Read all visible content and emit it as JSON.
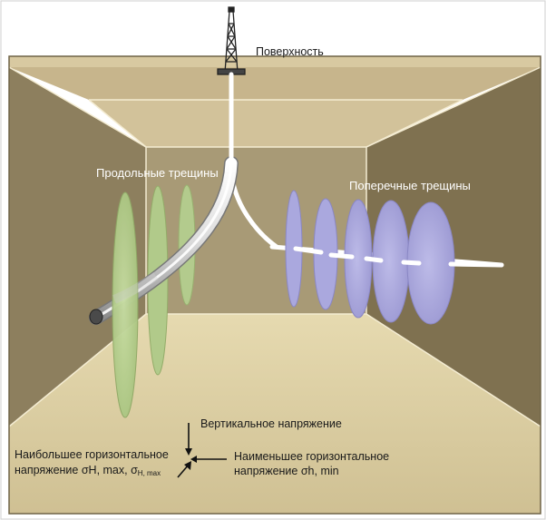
{
  "labels": {
    "surface": "Поверхность",
    "longitudinal_fractures": "Продольные трещины",
    "transverse_fractures": "Поперечные трещины",
    "vertical_stress": "Вертикальное напряжение",
    "max_horizontal_stress_line1": "Наибольшее горизонтальное",
    "max_horizontal_stress_line2": "напряжение σH, max, σ",
    "max_horizontal_stress_sub": "H, max",
    "min_horizontal_stress_line1": "Наименьшее горизонтальное",
    "min_horizontal_stress_line2": "напряжение σh, min"
  },
  "colors": {
    "longitudinal_fracture": "#b5cf8f",
    "transverse_fracture": "#a9a7dd",
    "pipe": "#ececec",
    "back_wall": "#a79a78",
    "side_wall": "#8a7c5c",
    "floor": "#d9cca0",
    "ceiling": "#c9b88e"
  }
}
